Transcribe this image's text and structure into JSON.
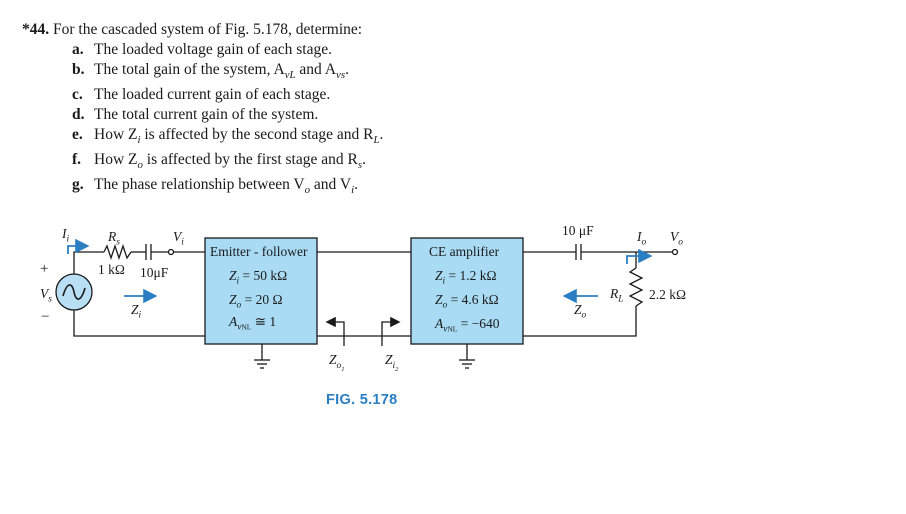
{
  "problem": {
    "number": "*44.",
    "stem": "For the cascaded system of Fig. 5.178, determine:",
    "parts": [
      {
        "letter": "a.",
        "text": "The loaded voltage gain of each stage."
      },
      {
        "letter": "b.",
        "text": "The total gain of the system, A",
        "sub1": "vL",
        "mid": " and A",
        "sub2": "vs",
        "end": "."
      },
      {
        "letter": "c.",
        "text": "The loaded current gain of each stage."
      },
      {
        "letter": "d.",
        "text": "The total current gain of the system."
      },
      {
        "letter": "e.",
        "text": "How Z",
        "sub1": "i",
        "mid": " is affected by the second stage and R",
        "sub2": "L",
        "end": "."
      },
      {
        "letter": "f.",
        "text": "How Z",
        "sub1": "o",
        "mid": " is affected by the first stage and R",
        "sub2": "s",
        "end": "."
      },
      {
        "letter": "g.",
        "text": "The phase relationship between V",
        "sub1": "o",
        "mid": " and V",
        "sub2": "i",
        "end": "."
      }
    ]
  },
  "circuit": {
    "source_resistor": "1 kΩ",
    "source_resistor_name": "Rs",
    "input_cap": "10μF",
    "output_cap": "10 μF",
    "load_resistor": "2.2 kΩ",
    "load_resistor_name": "RL",
    "stage1": {
      "title": "Emitter - follower",
      "zi": "= 50 kΩ",
      "zo": "= 20 Ω",
      "av": "≅ 1"
    },
    "stage2": {
      "title": "CE amplifier",
      "zi": "= 1.2 kΩ",
      "zo": "= 4.6 kΩ",
      "av": "= −640"
    },
    "labels": {
      "Ii": "I",
      "Vi": "V",
      "Vs": "V",
      "Zi": "Z",
      "Zo": "Z",
      "Io": "I",
      "Vo": "V",
      "Zo1": "Z",
      "Zi2": "Z",
      "plus": "+",
      "minus": "−"
    }
  },
  "figure_caption": "FIG. 5.178",
  "colors": {
    "box_fill": "#a9dcf4",
    "arrow_blue": "#2a7fc2",
    "caption_blue": "#2a7fc2",
    "source_fill": "#b8dff3"
  }
}
